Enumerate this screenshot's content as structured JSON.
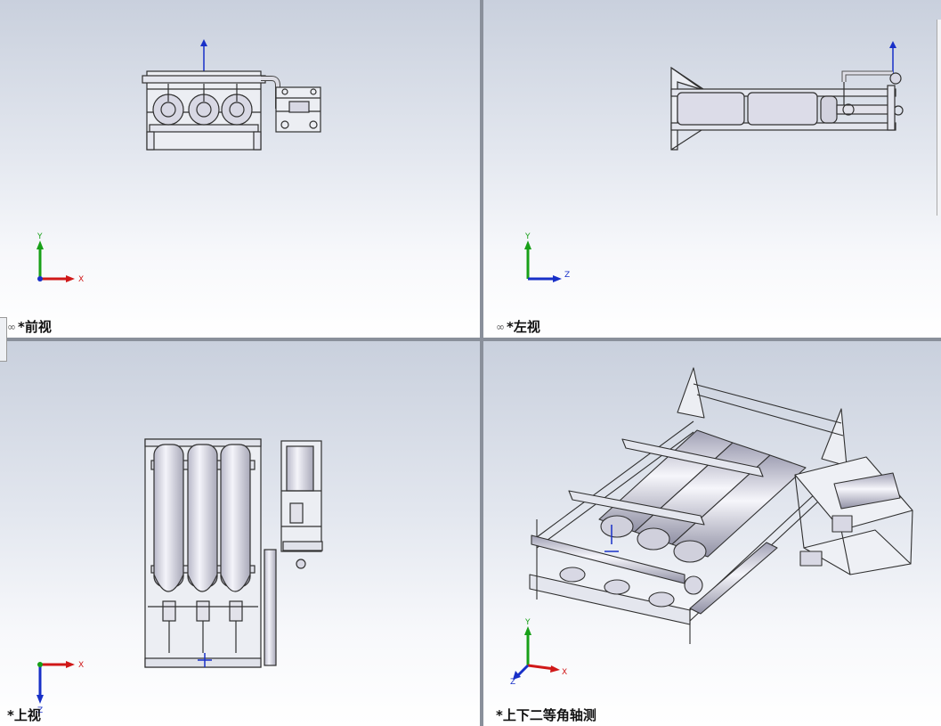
{
  "viewports": {
    "front": {
      "label": "*前视",
      "axes": {
        "h": "X",
        "v": "Y"
      }
    },
    "left": {
      "label": "*左视",
      "axes": {
        "h": "Z",
        "v": "Y"
      }
    },
    "top": {
      "label": "*上视",
      "axes": {
        "h": "X",
        "v": "Z"
      }
    },
    "iso": {
      "label": "*上下二等角轴测",
      "axes": {
        "x": "X",
        "y": "Y",
        "z": "Z"
      }
    }
  },
  "colors": {
    "axis_x": "#d01818",
    "axis_y": "#18a018",
    "axis_z": "#1830c8",
    "model_line": "#303030",
    "cylinder_fill": "#dcdce8",
    "background_top": "#c9d0dd",
    "background_bottom": "#ffffff"
  },
  "icons": {
    "view_link": "link-icon",
    "origin": "origin-triad-icon"
  }
}
